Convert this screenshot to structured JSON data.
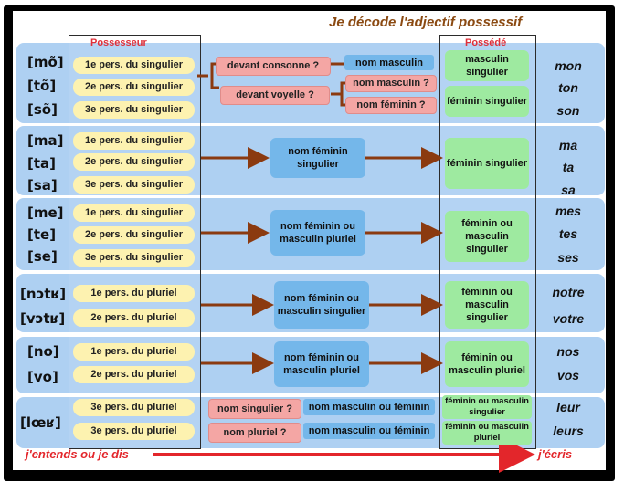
{
  "title": "Je décode l'adjectif possessif",
  "col_possesseur": "Possesseur",
  "col_possede": "Possédé",
  "rows": [
    {
      "pron": [
        "[mõ]",
        "[tõ]",
        "[sõ]"
      ],
      "pers": [
        "1e pers. du singulier",
        "2e pers. du singulier",
        "3e pers. du singulier"
      ],
      "cond": [
        "devant consonne ?",
        "devant voyelle ?"
      ],
      "mid": [
        "nom masculin",
        "nom masculin ?",
        "nom féminin ?"
      ],
      "res": [
        "masculin singulier",
        "féminin singulier"
      ],
      "words": [
        "mon",
        "ton",
        "son"
      ]
    },
    {
      "pron": [
        "[ma]",
        "[ta]",
        "[sa]"
      ],
      "pers": [
        "1e pers. du singulier",
        "2e pers. du singulier",
        "3e pers. du singulier"
      ],
      "mid": "nom féminin singulier",
      "res": "féminin singulier",
      "words": [
        "ma",
        "ta",
        "sa"
      ]
    },
    {
      "pron": [
        "[me]",
        "[te]",
        "[se]"
      ],
      "pers": [
        "1e pers. du singulier",
        "2e pers. du singulier",
        "3e pers. du singulier"
      ],
      "mid": "nom féminin ou masculin pluriel",
      "res": "féminin ou masculin singulier",
      "words": [
        "mes",
        "tes",
        "ses"
      ]
    },
    {
      "pron": [
        "[nɔtʁ]",
        "[vɔtʁ]"
      ],
      "pers": [
        "1e pers. du pluriel",
        "2e pers. du pluriel"
      ],
      "mid": "nom féminin ou masculin singulier",
      "res": "féminin ou masculin singulier",
      "words": [
        "notre",
        "votre"
      ]
    },
    {
      "pron": [
        "[no]",
        "[vo]"
      ],
      "pers": [
        "1e pers. du pluriel",
        "2e pers. du pluriel"
      ],
      "mid": "nom féminin ou masculin pluriel",
      "res": "féminin ou masculin pluriel",
      "words": [
        "nos",
        "vos"
      ]
    },
    {
      "pron": [
        "[lœʁ]"
      ],
      "pers": [
        "3e pers. du pluriel",
        "3e pers. du pluriel"
      ],
      "cond": [
        "nom singulier ?",
        "nom pluriel ?"
      ],
      "mid": [
        "nom masculin ou féminin",
        "nom masculin ou féminin"
      ],
      "res": [
        "féminin ou masculin singulier",
        "féminin ou masculin pluriel"
      ],
      "words": [
        "leur",
        "leurs"
      ]
    }
  ],
  "footer_left": "j'entends ou je dis",
  "footer_right": "j'écris"
}
